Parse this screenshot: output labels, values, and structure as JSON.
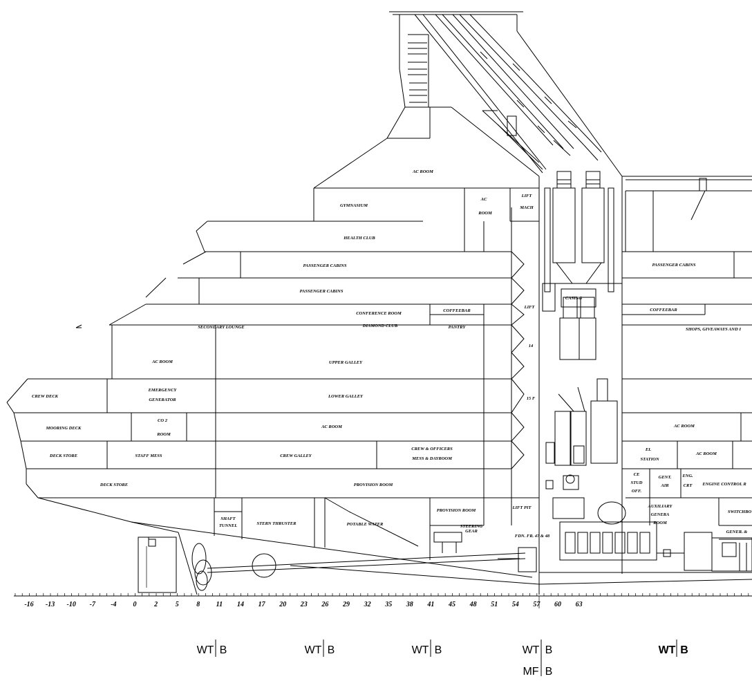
{
  "compartments": {
    "ac_room_top": "AC ROOM",
    "gymnasium": "GYMNASIUM",
    "ac_room_small_1": "AC",
    "ac_room_small_2": "ROOM",
    "lift_mach_1": "LIFT",
    "lift_mach_2": "MACH",
    "health_club": "HEALTH CLUB",
    "passenger_cabins_fwd": "PASSENGER CABINS",
    "passenger_cabins_fwd_2": "PASSENGER CABINS",
    "passenger_cabins_aft": "PASSENGER CABINS",
    "casing": "CASING",
    "conference_room": "CONFERENCE ROOM",
    "diamond_club": "DIAMOND CLUB",
    "coffee_bar": "COFFEEBAR",
    "pantry": "PANTRY",
    "secondary_lounge": "SECONDARY LOUNGE",
    "lift": "LIFT",
    "coffeebar_aft": "COFFEEBAR",
    "shops": "SHOPS, GIVEAWAYS AND I",
    "ac_room_1": "AC ROOM",
    "upper_galley": "UPPER GALLEY",
    "frame_14": "14",
    "crew_deck": "CREW DECK",
    "emergency_gen_1": "EMERGENCY",
    "emergency_gen_2": "GENERATOR",
    "lower_galley": "LOWER GALLEY",
    "frame_15": "15 F",
    "mooring_deck": "MOORING DECK",
    "co2_room_1": "CO 2",
    "co2_room_2": "ROOM",
    "ac_room_2": "AC ROOM",
    "ac_room_aft": "AC ROOM",
    "deck_store": "DECK STORE",
    "staff_mess": "STAFF MESS",
    "crew_galley": "CREW GALLEY",
    "crew_mess_1": "CREW  &  OFFICERS",
    "crew_mess_2": "MESS & DAYROOM",
    "el_station_1": "EL",
    "el_station_2": "STATION",
    "ac_room_aft_2": "AC ROOM",
    "deck_store_2": "DECK STORE",
    "provision_room": "PROVISION ROOM",
    "ce_1": "CE",
    "ce_2": "STUD",
    "ce_3": "OFF.",
    "gent_1": "GENT.",
    "gent_2": "AIR",
    "eng_1": "ENG.",
    "eng_2": "CRT",
    "engine_control": "ENGINE CONTROL R",
    "shaft_tunnel_1": "SHAFT",
    "shaft_tunnel_2": "TUNNEL",
    "stern_thruster": "STERN THRUSTER",
    "potable_water": "POTABLE WATER",
    "provision_room_2": "PROVISION ROOM",
    "lift_pit": "LIFT PIT",
    "steering": "STEERING",
    "steering_2": "GEAR",
    "auxiliary_1": "AUXILIARY",
    "auxiliary_2": "GENERA",
    "auxiliary_3": "ROOM",
    "switchboard": "SWITCHBO",
    "gener": "GENER. &",
    "fdn": "FDN. FR. 47 & 48"
  },
  "frame_scale": [
    "-16",
    "-13",
    "-10",
    "-7",
    "-4",
    "0",
    "2",
    "5",
    "8",
    "11",
    "14",
    "17",
    "20",
    "23",
    "26",
    "29",
    "32",
    "35",
    "38",
    "41",
    "45",
    "48",
    "51",
    "54",
    "57",
    "60",
    "63"
  ],
  "bulkheads": {
    "wt1": {
      "left": "WT",
      "right": "B"
    },
    "wt2": {
      "left": "WT",
      "right": "B"
    },
    "wt3": {
      "left": "WT",
      "right": "B"
    },
    "wt4": {
      "left": "WT",
      "right": "B"
    },
    "mf4": {
      "left": "MF",
      "right": "B"
    },
    "wt5": {
      "left": "WT",
      "right": "B"
    }
  }
}
